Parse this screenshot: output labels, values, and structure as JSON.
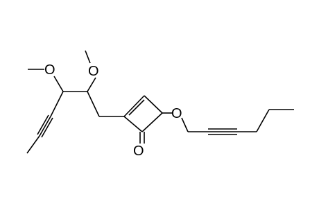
{
  "molecule": {
    "atoms": {
      "methoxy_left_label": "O",
      "methoxy_right_label": "O",
      "ether_label": "O",
      "carbonyl_label": "O"
    }
  }
}
